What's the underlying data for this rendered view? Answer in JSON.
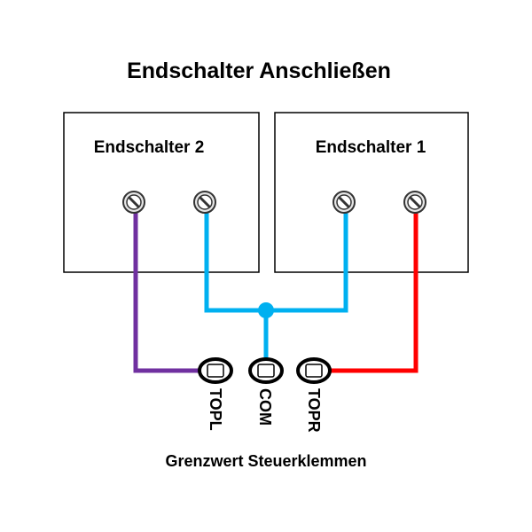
{
  "title": "Endschalter Anschließen",
  "switch2": {
    "label": "Endschalter 2"
  },
  "switch1": {
    "label": "Endschalter 1"
  },
  "terminals": [
    {
      "label": "TOPL"
    },
    {
      "label": "COM"
    },
    {
      "label": "TOPR"
    }
  ],
  "footer": "Grenzwert Steuerklemmen",
  "colors": {
    "purple": "#7030a0",
    "blue": "#00b0f0",
    "red": "#ff0000"
  }
}
